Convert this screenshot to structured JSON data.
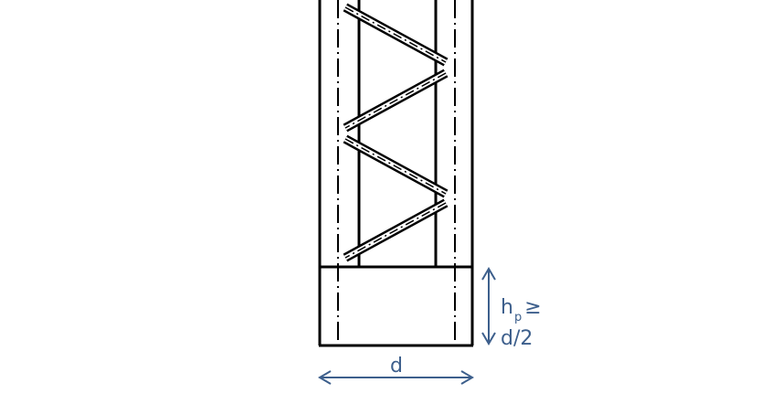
{
  "labels": {
    "height_symbol": "h",
    "height_subscript": "p",
    "height_relation": "≥",
    "height_value": "d/2",
    "width_symbol": "d"
  },
  "colors": {
    "structure": "#000000",
    "dimension": "#3d5f8c"
  }
}
